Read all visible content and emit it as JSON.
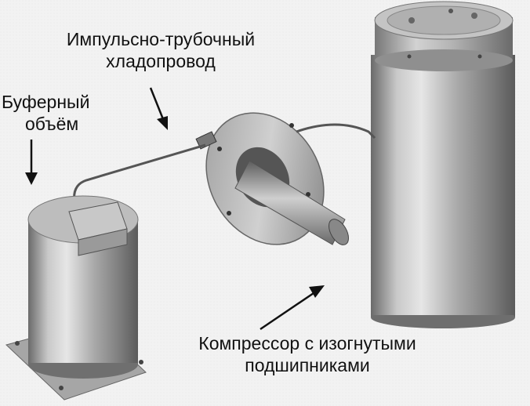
{
  "labels": {
    "pulse_tube_line1": "Импульсно-трубочный",
    "pulse_tube_line2": "хладопровод",
    "buffer_line1": "Буферный",
    "buffer_line2": "объём",
    "compressor_line1": "Компрессор с изогнутыми",
    "compressor_line2": "подшипниками"
  }
}
